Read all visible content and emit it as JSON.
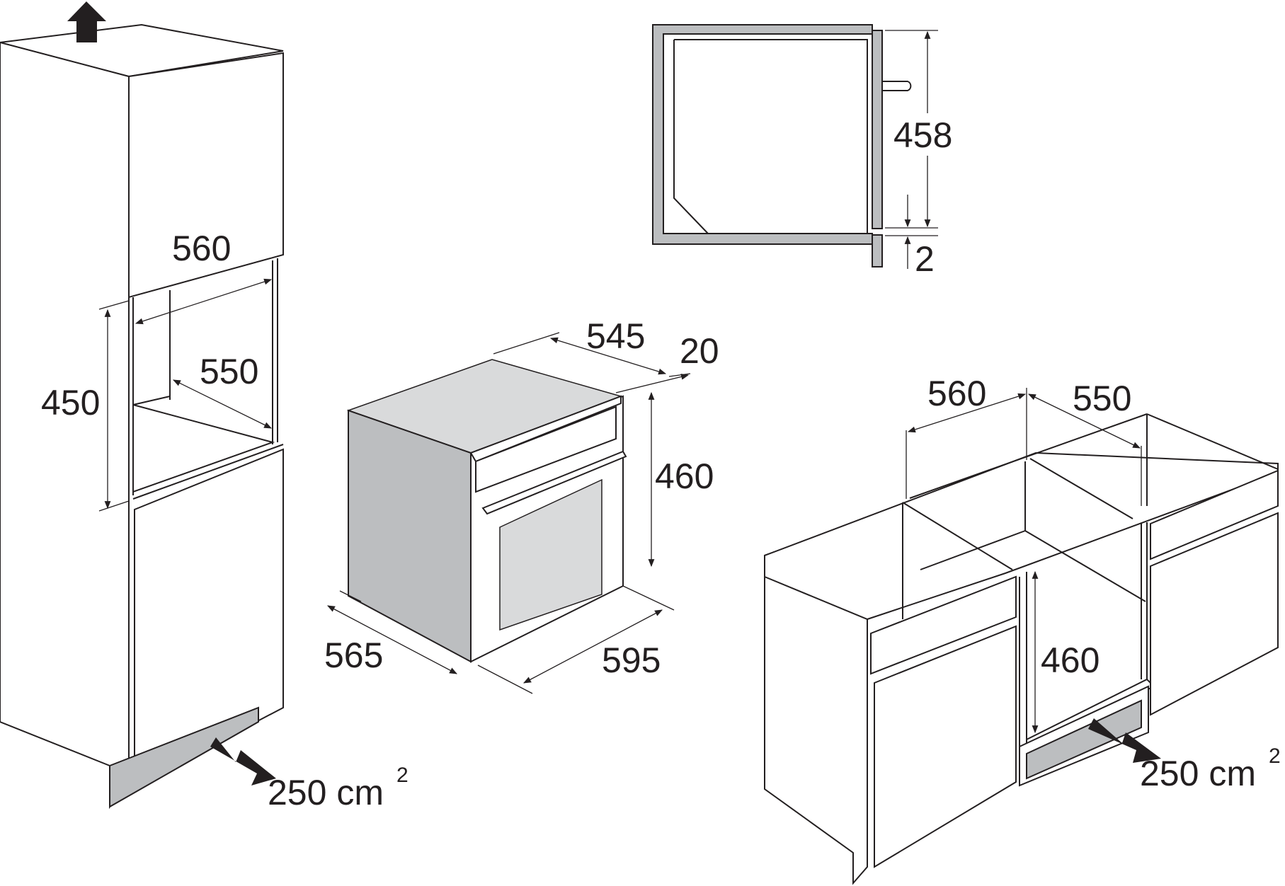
{
  "left_cabinet": {
    "width_label": "560",
    "depth_label": "550",
    "height_label": "450",
    "vent_label": "250 cm",
    "vent_sup": "2"
  },
  "oven": {
    "depth_label": "545",
    "front_label": "20",
    "height_label": "460",
    "side_label": "565",
    "width_label": "595"
  },
  "section_detail": {
    "height_label": "458",
    "gap_label": "2"
  },
  "right_cabinet": {
    "width_label": "560",
    "depth_label": "550",
    "height_label": "460",
    "vent_label": "250 cm",
    "vent_sup": "2"
  },
  "colors": {
    "line": "#231f20",
    "grey": "#bcbec0",
    "light_grey": "#d9dadb"
  }
}
